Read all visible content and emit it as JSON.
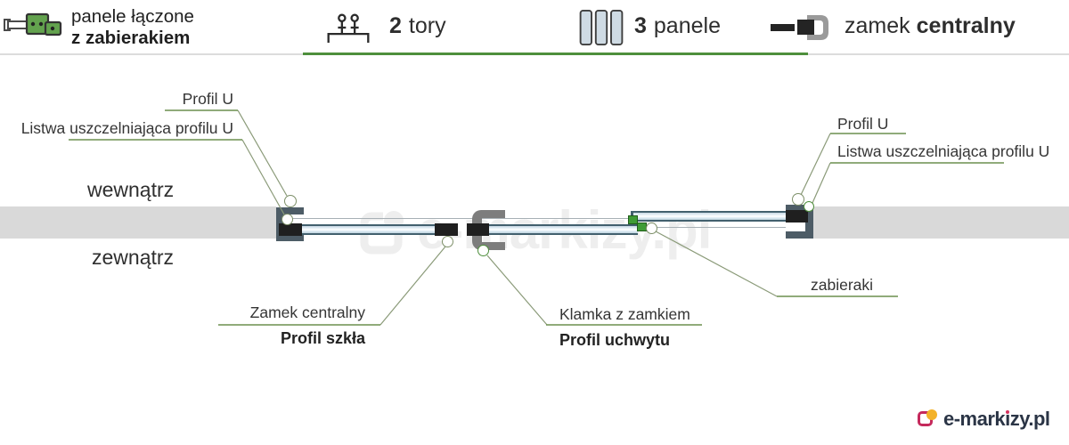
{
  "header": {
    "title_line1": "panele łączone",
    "title_line2": "z zabierakiem",
    "features": [
      {
        "count": "2",
        "label": "tory"
      },
      {
        "count": "3",
        "label": "panele"
      },
      {
        "label": "zamek",
        "label_bold": "centralny"
      }
    ],
    "accent_color": "#4e8f3c"
  },
  "diagram": {
    "side_labels": {
      "inside": "wewnątrz",
      "outside": "zewnątrz"
    },
    "callouts": {
      "profil_u_left": "Profil U",
      "listwa_left": "Listwa uszczelniająca profilu U",
      "zamek_line1": "Zamek centralny",
      "zamek_line2": "Profil szkła",
      "klamka_line1": "Klamka z zamkiem",
      "klamka_line2": "Profil uchwytu",
      "zabieraki": "zabieraki",
      "profil_u_right": "Profil U",
      "listwa_right": "Listwa uszczelniająca profilu U"
    },
    "colors": {
      "accent_green": "#4e8f3c",
      "leader_line": "#8a9a78",
      "underline_green": "#6b8f4e",
      "u_profile": "#4d5c66",
      "wall": "#d9d9d9",
      "glass": "#d9e7f1",
      "lock_block": "#1f1f1f",
      "handle_grey": "#7d7d7d",
      "zabierak_green": "#3f9b35"
    }
  },
  "watermark": {
    "text": "e-markizy.pl"
  },
  "logo": {
    "text": "e-markizy.pl",
    "part_before_i": "e-mark",
    "part_i": "ı",
    "part_after_i": "zy.pl",
    "brand_red": "#c5295c",
    "brand_yellow": "#f3b229"
  }
}
